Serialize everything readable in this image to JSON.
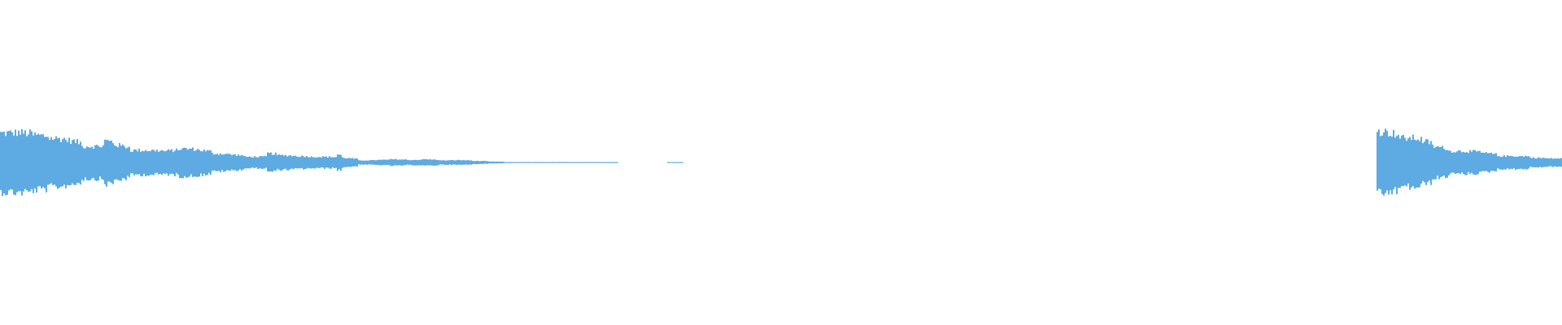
{
  "chart_data": {
    "type": "area",
    "description_kind": "audio-waveform",
    "color": "#5dabe2",
    "background": "#ffffff",
    "ylim": [
      -1,
      1
    ],
    "grid": false,
    "legend": "none",
    "envelope": [
      0.18,
      0.185,
      0.17,
      0.15,
      0.14,
      0.1,
      0.14,
      0.11,
      0.075,
      0.075,
      0.07,
      0.085,
      0.08,
      0.055,
      0.05,
      0.035,
      0.06,
      0.045,
      0.04,
      0.035,
      0.06,
      0.03,
      0.0125,
      0.015,
      0.02,
      0.015,
      0.02,
      0.0125,
      0.015,
      0.01,
      0.006,
      0.003,
      0.003,
      0.003,
      0.003,
      0.003,
      0.003,
      0.003,
      0,
      0,
      0,
      0.0025,
      0,
      0,
      0,
      0,
      0,
      0,
      0,
      0,
      0,
      0,
      0,
      0,
      0,
      0,
      0,
      0,
      0,
      0,
      0,
      0,
      0,
      0,
      0,
      0,
      0,
      0,
      0,
      0,
      0,
      0,
      0,
      0,
      0,
      0,
      0,
      0,
      0,
      0,
      0,
      0,
      0,
      0,
      0.19,
      0.19,
      0.15,
      0.14,
      0.1,
      0.07,
      0.07,
      0.06,
      0.04,
      0.045,
      0.03,
      0.025
    ]
  }
}
